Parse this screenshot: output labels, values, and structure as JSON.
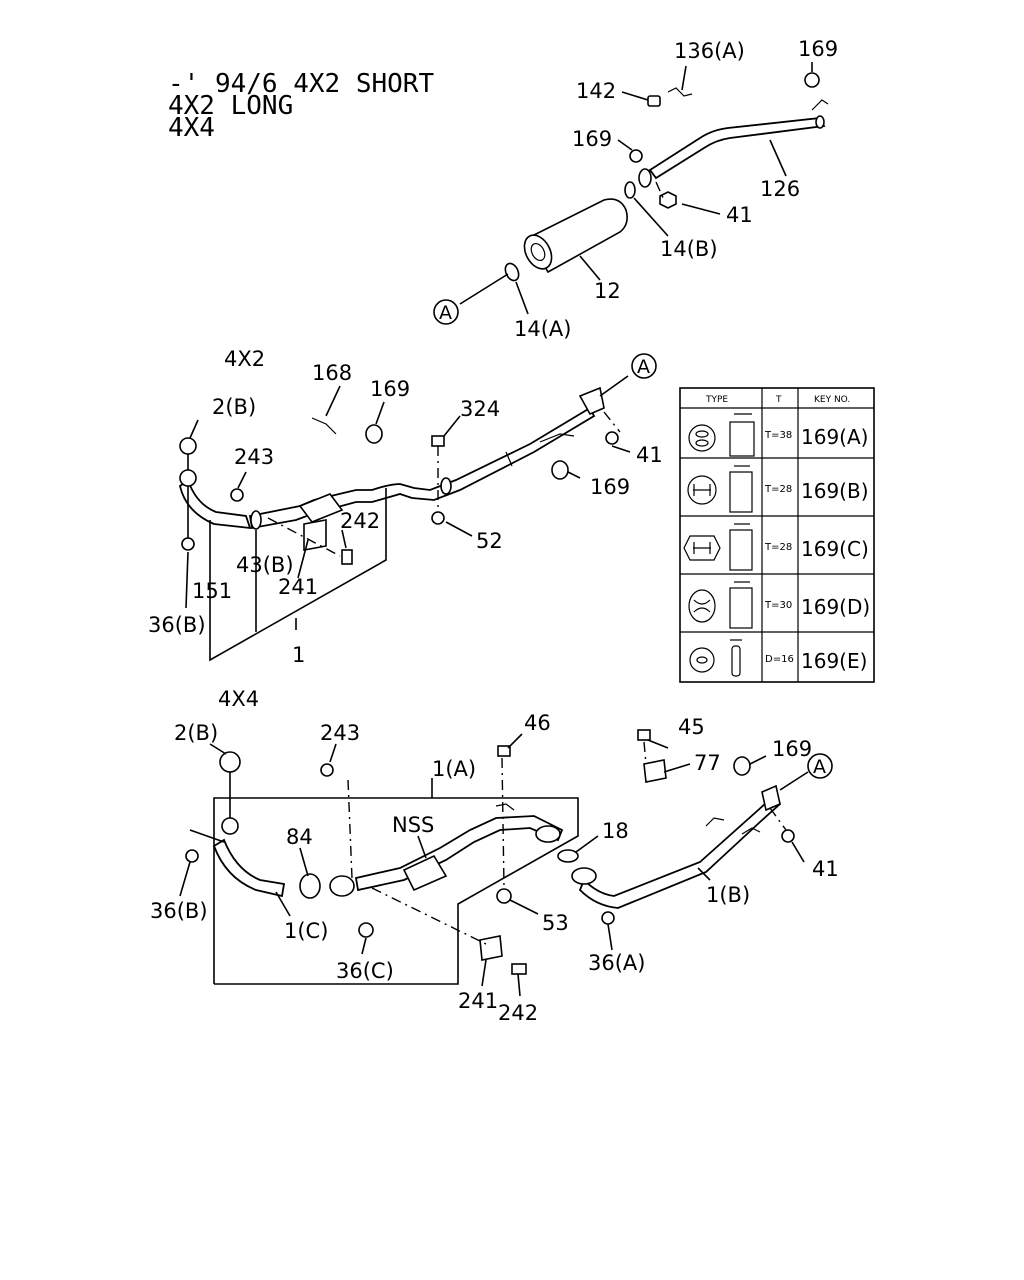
{
  "header": {
    "line1": "-' 94/6 4X2 SHORT",
    "line2": "4X2 LONG",
    "line3": "4X4"
  },
  "section_titles": {
    "four_by_two": "4X2",
    "four_by_four": "4X4"
  },
  "ref_marker": "A",
  "labels": {
    "top": [
      "136(A)",
      "169",
      "142",
      "169",
      "126",
      "41",
      "14(B)",
      "12",
      "14(A)"
    ],
    "mid": [
      "168",
      "169",
      "324",
      "2(B)",
      "243",
      "242",
      "241",
      "43(B)",
      "151",
      "36(B)",
      "1",
      "41",
      "169",
      "52"
    ],
    "bottom": [
      "2(B)",
      "243",
      "46",
      "45",
      "169",
      "77",
      "1(A)",
      "NSS",
      "84",
      "18",
      "36(B)",
      "1(C)",
      "36(C)",
      "53",
      "1(B)",
      "41",
      "36(A)",
      "241",
      "242"
    ]
  },
  "table": {
    "headers": [
      "TYPE",
      "T",
      "KEY NO."
    ],
    "rows": [
      {
        "t": "T=38",
        "key": "169(A)"
      },
      {
        "t": "T=28",
        "key": "169(B)"
      },
      {
        "t": "T=28",
        "key": "169(C)"
      },
      {
        "t": "T=30",
        "key": "169(D)"
      },
      {
        "t": "D=16",
        "key": "169(E)"
      }
    ]
  }
}
